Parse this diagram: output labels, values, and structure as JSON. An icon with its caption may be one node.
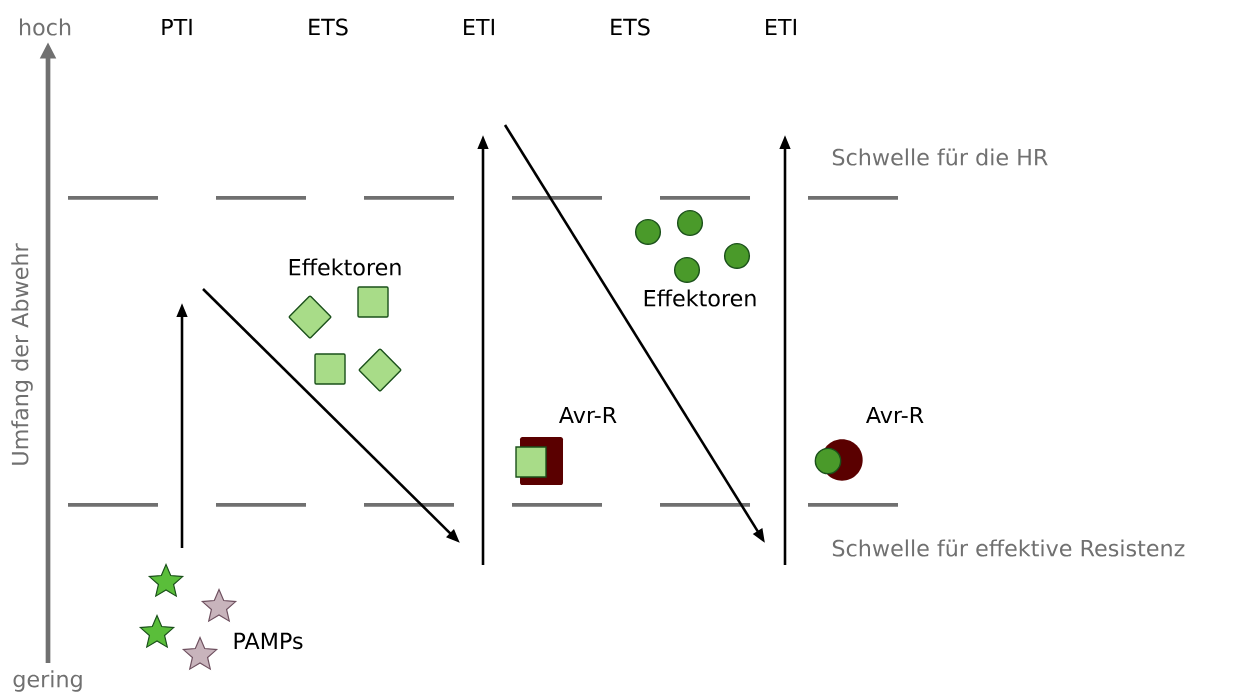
{
  "diagram": {
    "labels": [
      "hoch",
      "PTI",
      "ETS",
      "ETI",
      "ETS",
      "ETI",
      "Schwelle für die HR",
      "Effektoren",
      "Effektoren",
      "Avr-R",
      "Avr-R",
      "Umfang der Abwehr",
      "Schwelle für effektive Resistenz",
      "PAMPs",
      "gering"
    ]
  }
}
